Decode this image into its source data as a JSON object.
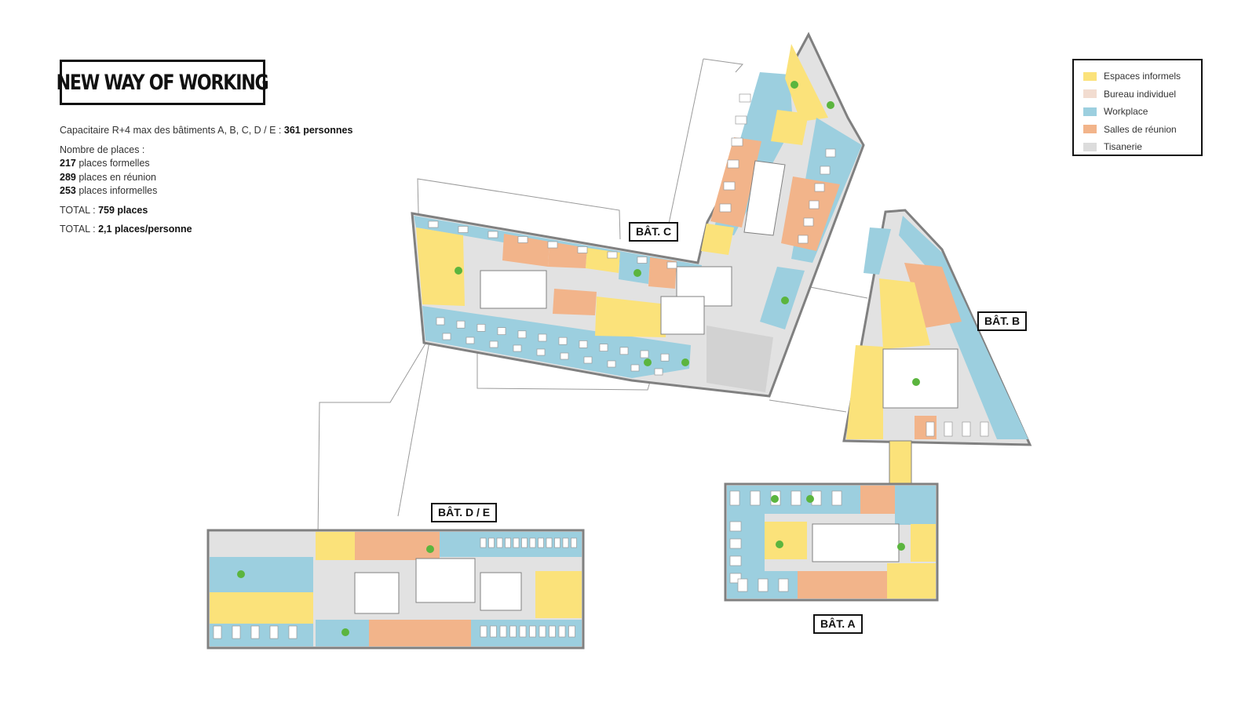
{
  "title": "NEW WAY OF WORKING",
  "summary": {
    "capacity_prefix": "Capacitaire R+4 max des bâtiments A, B, C, D / E : ",
    "capacity_value": "361 personnes",
    "places_heading": "Nombre de places :",
    "formal_count": "217",
    "formal_text": " places formelles",
    "meeting_count": "289",
    "meeting_text": " places en réunion",
    "informal_count": "253",
    "informal_text": " places informelles",
    "total_prefix": "TOTAL : ",
    "total_value": "759 places",
    "ratio_prefix": "TOTAL : ",
    "ratio_value": "2,1 places/personne"
  },
  "legend": [
    {
      "label": "Espaces informels",
      "color": "#fbe27a"
    },
    {
      "label": "Bureau individuel",
      "color": "#f2dcd0"
    },
    {
      "label": "Workplace",
      "color": "#9ccfdf"
    },
    {
      "label": "Salles de réunion",
      "color": "#f2b48a"
    },
    {
      "label": "Tisanerie",
      "color": "#dcdcdc"
    }
  ],
  "buildings": {
    "c": "BÂT. C",
    "b": "BÂT. B",
    "de": "BÂT. D / E",
    "a": "BÂT. A"
  },
  "colors": {
    "circulation": "#e2e2e2",
    "core": "#ffffff",
    "wall": "#808080",
    "plant": "#5bb53e",
    "furniture": "#ffffff"
  }
}
